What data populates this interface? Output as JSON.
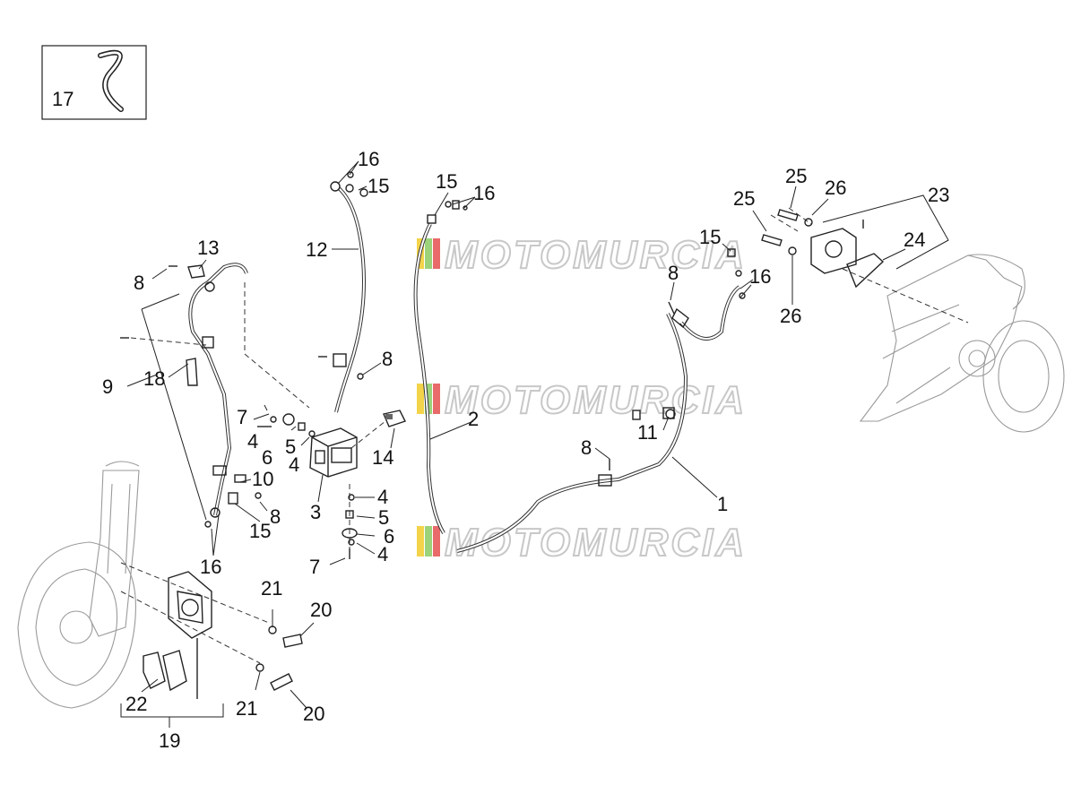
{
  "diagram": {
    "watermark_text": "MOTOMURCIA",
    "watermark_colors": [
      "#f3d34a",
      "#9bd27a",
      "#e86a6a"
    ],
    "inset_label": "17",
    "labels": [
      {
        "id": "l1",
        "text": "1"
      },
      {
        "id": "l2",
        "text": "2"
      },
      {
        "id": "l3",
        "text": "3"
      },
      {
        "id": "l4a",
        "text": "4"
      },
      {
        "id": "l4b",
        "text": "4"
      },
      {
        "id": "l4c",
        "text": "4"
      },
      {
        "id": "l4d",
        "text": "4"
      },
      {
        "id": "l5a",
        "text": "5"
      },
      {
        "id": "l5b",
        "text": "5"
      },
      {
        "id": "l6a",
        "text": "6"
      },
      {
        "id": "l6b",
        "text": "6"
      },
      {
        "id": "l7a",
        "text": "7"
      },
      {
        "id": "l7b",
        "text": "7"
      },
      {
        "id": "l8a",
        "text": "8"
      },
      {
        "id": "l8b",
        "text": "8"
      },
      {
        "id": "l8c",
        "text": "8"
      },
      {
        "id": "l8d",
        "text": "8"
      },
      {
        "id": "l8e",
        "text": "8"
      },
      {
        "id": "l9",
        "text": "9"
      },
      {
        "id": "l10",
        "text": "10"
      },
      {
        "id": "l11",
        "text": "11"
      },
      {
        "id": "l12",
        "text": "12"
      },
      {
        "id": "l13",
        "text": "13"
      },
      {
        "id": "l14",
        "text": "14"
      },
      {
        "id": "l15a",
        "text": "15"
      },
      {
        "id": "l15b",
        "text": "15"
      },
      {
        "id": "l15c",
        "text": "15"
      },
      {
        "id": "l15d",
        "text": "15"
      },
      {
        "id": "l16a",
        "text": "16"
      },
      {
        "id": "l16b",
        "text": "16"
      },
      {
        "id": "l16c",
        "text": "16"
      },
      {
        "id": "l16d",
        "text": "16"
      },
      {
        "id": "l18",
        "text": "18"
      },
      {
        "id": "l19",
        "text": "19"
      },
      {
        "id": "l20a",
        "text": "20"
      },
      {
        "id": "l20b",
        "text": "20"
      },
      {
        "id": "l21a",
        "text": "21"
      },
      {
        "id": "l21b",
        "text": "21"
      },
      {
        "id": "l22",
        "text": "22"
      },
      {
        "id": "l23",
        "text": "23"
      },
      {
        "id": "l24",
        "text": "24"
      },
      {
        "id": "l25a",
        "text": "25"
      },
      {
        "id": "l25b",
        "text": "25"
      },
      {
        "id": "l26a",
        "text": "26"
      },
      {
        "id": "l26b",
        "text": "26"
      }
    ]
  }
}
